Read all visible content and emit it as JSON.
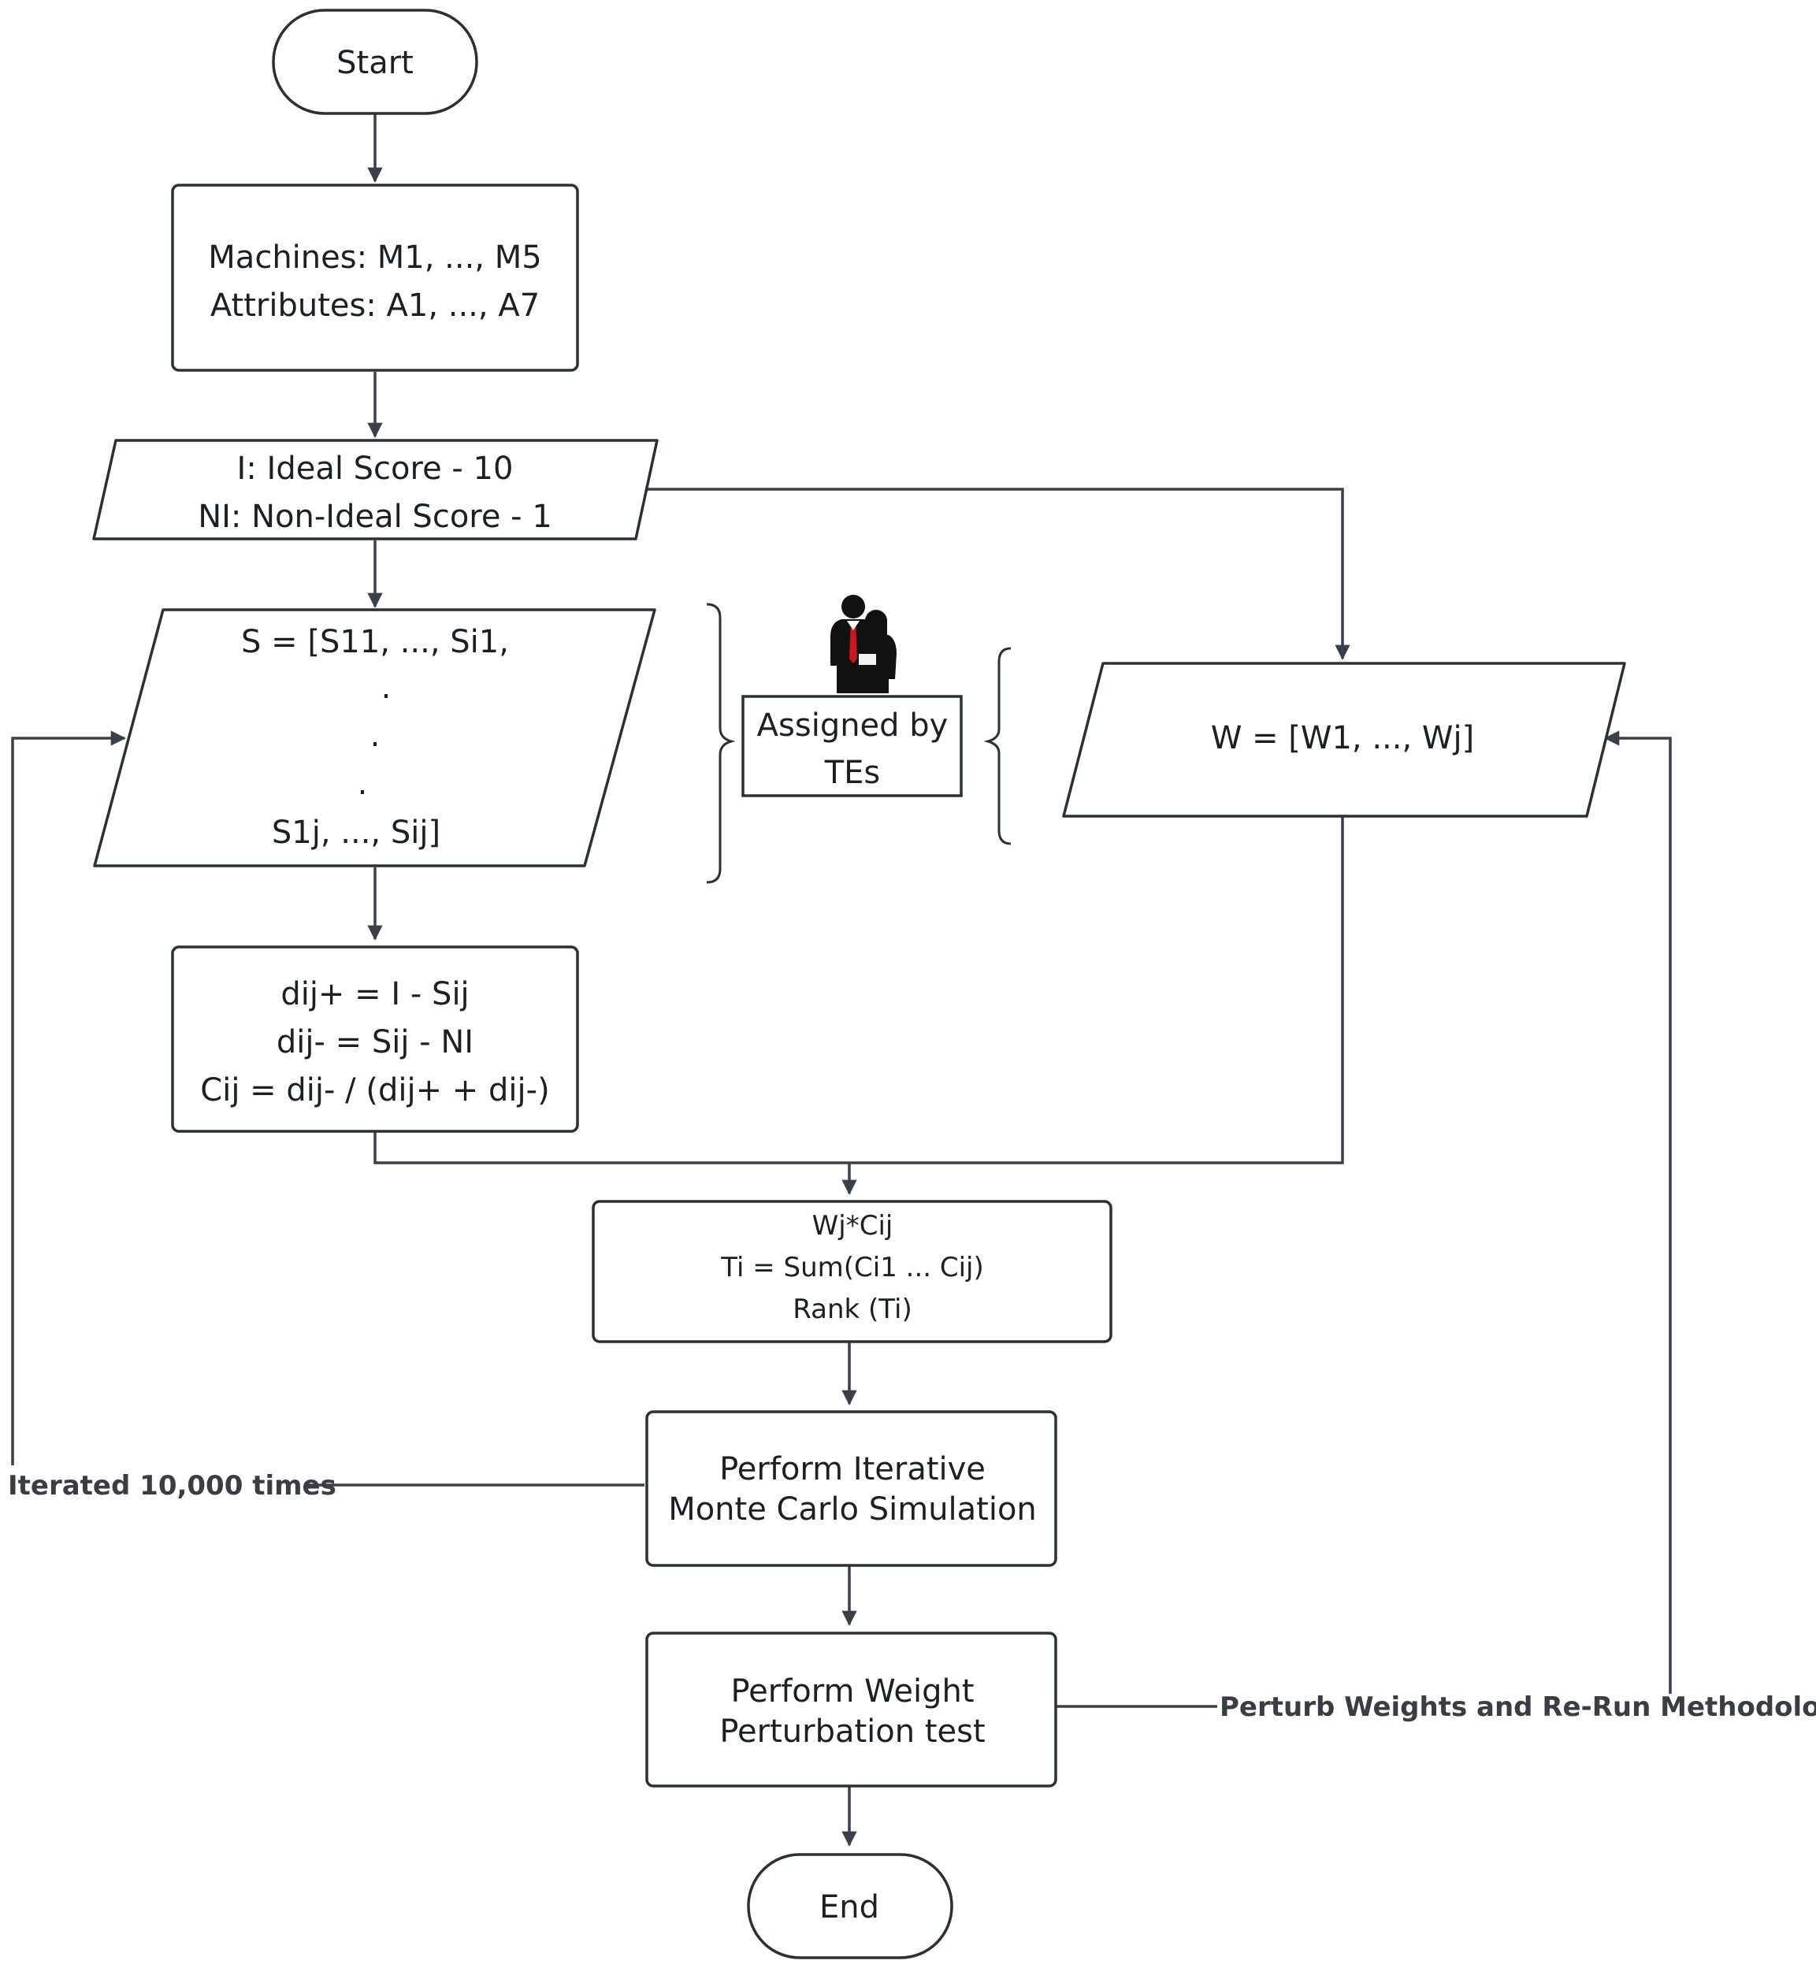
{
  "flowchart": {
    "start": "Start",
    "setup": [
      "Machines: M1, ..., M5",
      "Attributes: A1, ..., A7"
    ],
    "scores": [
      "I: Ideal Score - 10",
      "NI: Non-Ideal Score - 1"
    ],
    "s_matrix": {
      "top": "S = [S11, ..., Si1,",
      "dots": [
        ".",
        ".",
        "."
      ],
      "bottom": "S1j, ..., Sij]"
    },
    "assigned": [
      "Assigned by",
      "TEs"
    ],
    "weights": "W = [W1, ..., Wj]",
    "distances": [
      "dij+ = I - Sij",
      "dij- = Sij - NI",
      "Cij = dij- / (dij+ + dij-)"
    ],
    "ranking": [
      "Wj*Cij",
      "Ti = Sum(Ci1 ... Cij)",
      "Rank (Ti)"
    ],
    "monte_carlo": [
      "Perform Iterative",
      "Monte Carlo Simulation"
    ],
    "perturbation": [
      "Perform Weight",
      "Perturbation test"
    ],
    "end": "End"
  },
  "annotations": {
    "iterated": "Iterated 10,000 times",
    "perturb": "Perturb Weights and Re-Run Methodology"
  },
  "icons": {
    "people": "people-icon"
  }
}
